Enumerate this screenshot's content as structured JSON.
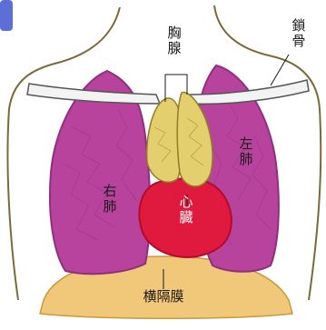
{
  "labels": {
    "thymus": "胸\n腺",
    "clavicle": "鎖\n骨",
    "right_lung": "右\n肺",
    "left_lung": "左\n肺",
    "heart": "心\n臓",
    "diaphragm": "横隔膜"
  },
  "colors": {
    "lung": "#b7439c",
    "lung_dark": "#8e2f80",
    "heart": "#e0193e",
    "thymus": "#e3cf6e",
    "bone": "#f3f3f3",
    "diaphragm": "#f1c77a",
    "body_outline": "#7a6a3a"
  }
}
